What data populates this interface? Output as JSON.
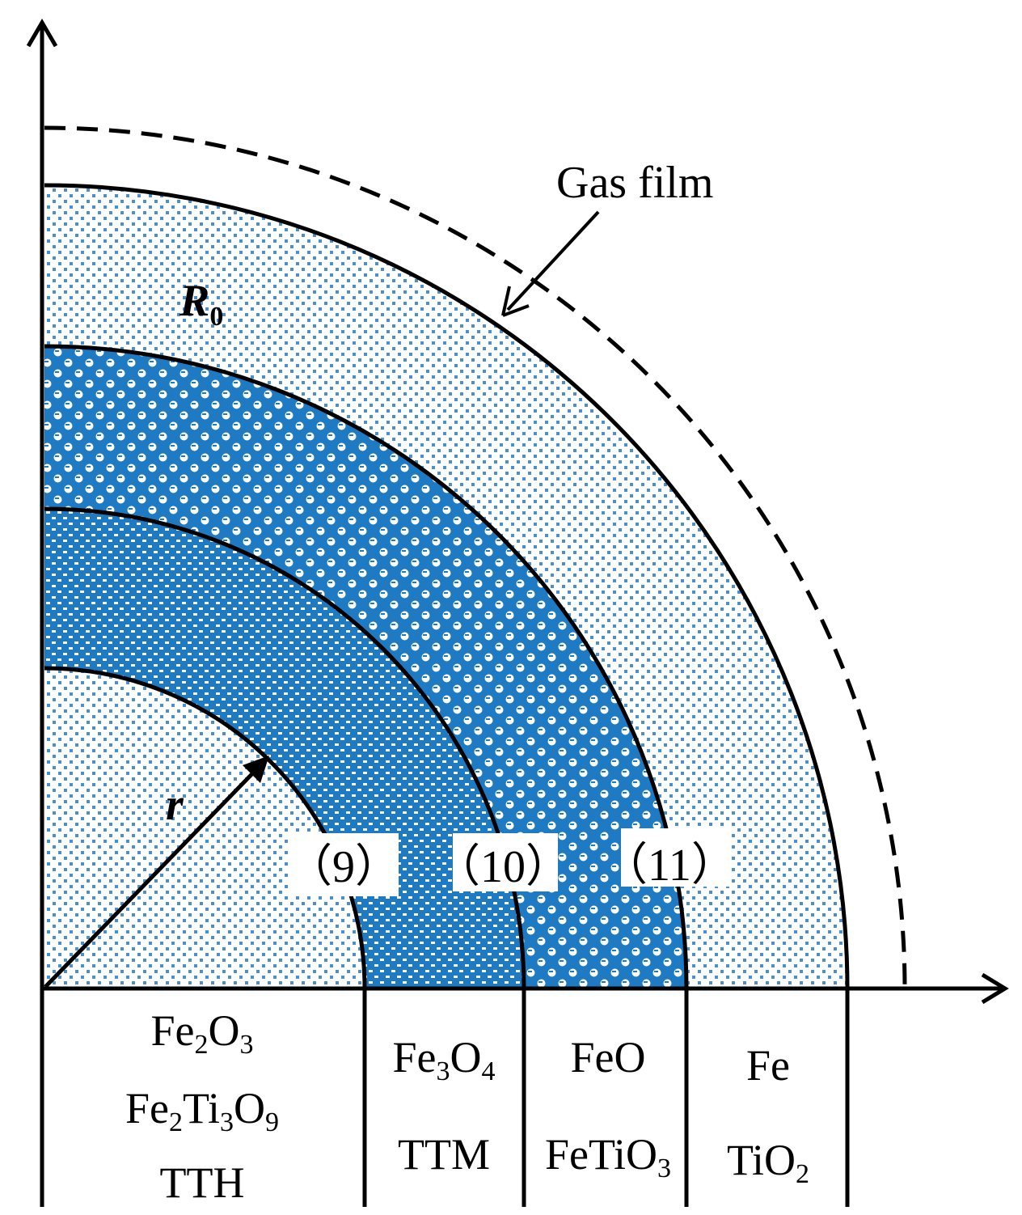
{
  "labels": {
    "gas_film": "Gas film",
    "R0_main": "R",
    "R0_sub": "0",
    "r": "r",
    "interface_9": "（9）",
    "interface_10": "（10）",
    "interface_11": "（11）"
  },
  "phases": {
    "zone1": [
      {
        "main": "Fe",
        "sub1": "2",
        "mid": "O",
        "sub2": "3"
      },
      {
        "p1": "Fe",
        "s1": "2",
        "p2": "Ti",
        "s2": "3",
        "p3": "O",
        "s3": "9"
      },
      {
        "text": "TTH"
      }
    ],
    "zone2": [
      {
        "p1": "Fe",
        "s1": "3",
        "p2": "O",
        "s2": "4"
      },
      {
        "text": "TTM"
      }
    ],
    "zone3": [
      {
        "text": "FeO"
      },
      {
        "p1": "FeTiO",
        "s1": "3"
      }
    ],
    "zone4": [
      {
        "text": "Fe"
      },
      {
        "p1": "TiO",
        "s1": "2"
      }
    ]
  },
  "colors": {
    "blue": "#1f7ac4",
    "light_dot": "#4a90cf",
    "line": "#000000"
  }
}
